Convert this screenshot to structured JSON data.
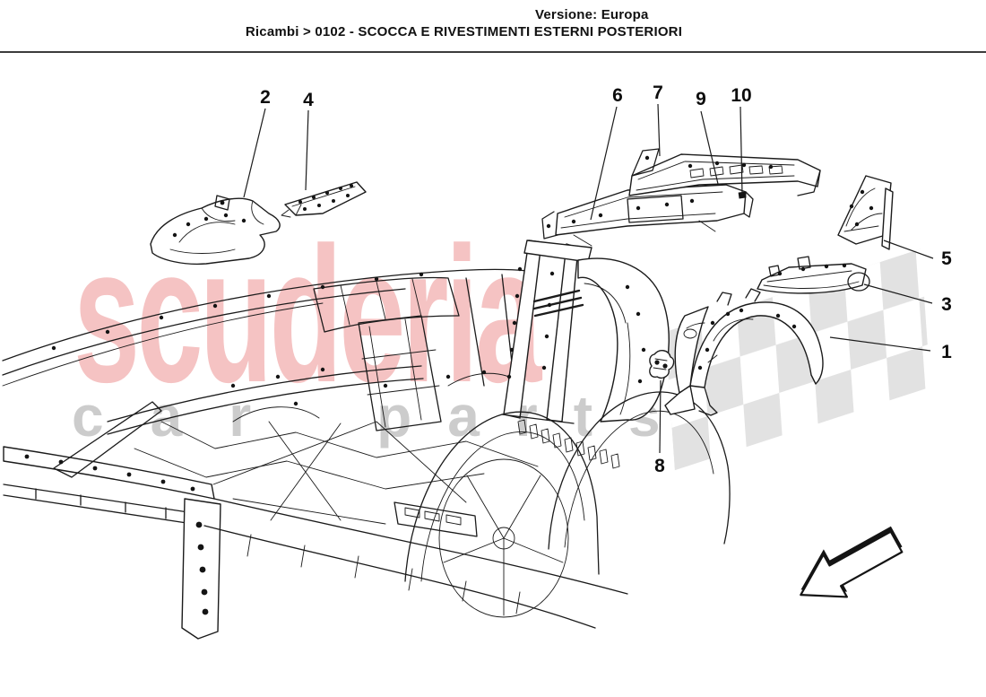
{
  "header": {
    "version_label": "Versione: Europa",
    "breadcrumb": "Ricambi > 0102 - SCOCCA E RIVESTIMENTI ESTERNI POSTERIORI"
  },
  "watermark": {
    "brand": "scuderia",
    "subtitle_word1": "car",
    "subtitle_word2": "parts",
    "brand_color": "#f5c3c3",
    "subtitle_color": "#cccccc",
    "checker_color": "#e2e2e2"
  },
  "diagram": {
    "description": "Exploded line-art diagram of rear bodywork and external rear trim panels on a convertible body shell, with numbered part callouts and a direction arrow",
    "line_color": "#1b1b1b",
    "callouts": [
      {
        "label": "1"
      },
      {
        "label": "2"
      },
      {
        "label": "3"
      },
      {
        "label": "4"
      },
      {
        "label": "5"
      },
      {
        "label": "6"
      },
      {
        "label": "7"
      },
      {
        "label": "8"
      },
      {
        "label": "9"
      },
      {
        "label": "10"
      }
    ]
  }
}
